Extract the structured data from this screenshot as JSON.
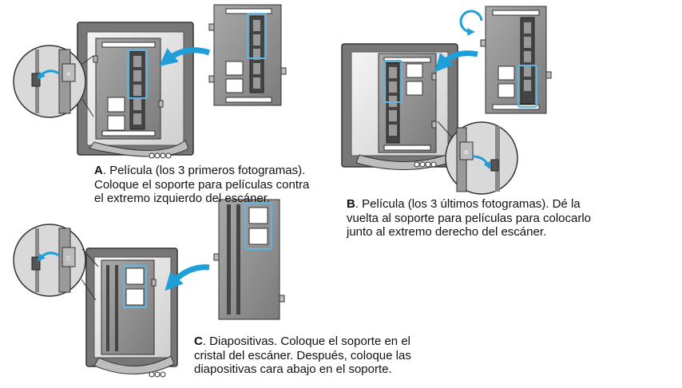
{
  "captions": {
    "a": {
      "letter": "A",
      "line1": ". Película (los 3 primeros fotogramas).",
      "line2": "Coloque el soporte para películas contra",
      "line3": "el extremo izquierdo del escáner."
    },
    "b": {
      "letter": "B",
      "line1": ". Película (los 3 últimos fotogramas). Dé la",
      "line2": "vuelta al soporte para películas para colocarlo",
      "line3": "junto al extremo derecho del escáner."
    },
    "c": {
      "letter": "C",
      "line1": ". Diapositivas. Coloque el soporte en el",
      "line2": "cristal del escáner. Después, coloque las",
      "line3": "diapositivas cara abajo en el soporte."
    }
  },
  "tabs": {
    "a": "A",
    "b": "B",
    "c": "C"
  },
  "colors": {
    "highlight": "#5db7e4",
    "arrow": "#1f9fda",
    "holder": "#8e8e8e",
    "glass": "#e4e4e4"
  }
}
